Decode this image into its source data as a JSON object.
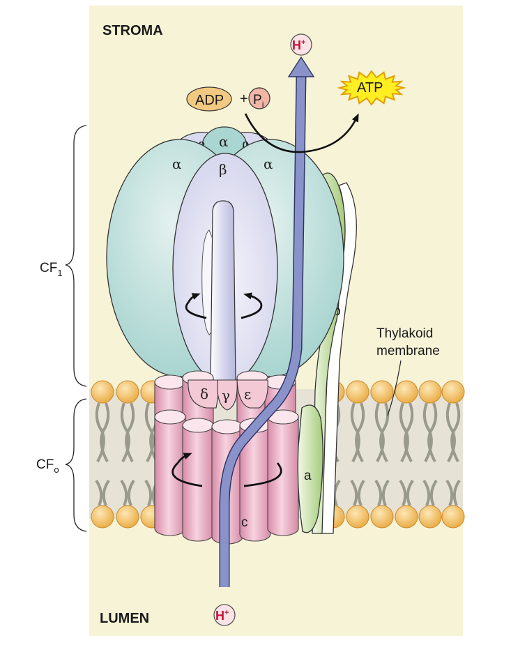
{
  "regions": {
    "top": "STROMA",
    "bottom": "LUMEN"
  },
  "brackets": {
    "cf1": {
      "base": "CF",
      "sub": "1"
    },
    "cfo": {
      "base": "CF",
      "sub": "o"
    }
  },
  "proton": {
    "base": "H",
    "sup": "+"
  },
  "reaction": {
    "adp": "ADP",
    "plus": "+",
    "pi_base": "P",
    "pi_sub": "i",
    "atp": "ATP"
  },
  "subunits": {
    "alpha": "α",
    "beta": "β",
    "gamma": "γ",
    "delta": "δ",
    "epsilon": "ε",
    "a": "a",
    "b": "b",
    "c": "c"
  },
  "membrane_label": [
    "Thylakoid",
    "membrane"
  ],
  "colors": {
    "background": "#f7f3d6",
    "membrane_band": "#e6e3d6",
    "lipid_head": "#f1c169",
    "alpha": "#a9d6d2",
    "beta": "#d9d9ef",
    "gamma": "#eeeef8",
    "fo_ring": "#e9b3c6",
    "subunit_ab": "#b4d48d",
    "arrow": "#8a93c9",
    "atp_burst": "#ffee22",
    "adp": "#f2c980",
    "pi": "#f2b6a6"
  },
  "icons": {
    "rotation": "curved-rotation-arrow",
    "proton_path": "proton-flow-arrow"
  }
}
